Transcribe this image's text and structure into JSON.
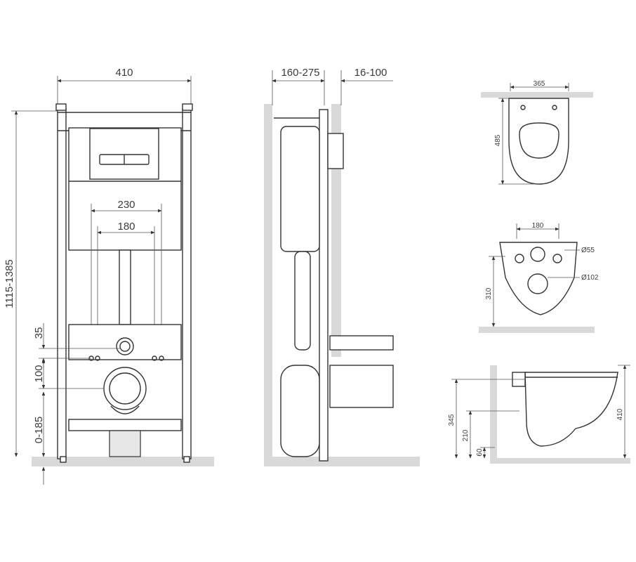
{
  "front_view": {
    "width": "410",
    "height_range": "1115-1385",
    "button_spacing_outer": "230",
    "button_spacing_inner": "180",
    "spacing_35": "35",
    "spacing_100": "100",
    "floor_range": "0-185"
  },
  "side_view": {
    "depth_frame": "160-275",
    "depth_offset": "16-100"
  },
  "top_view": {
    "width": "365",
    "length": "485"
  },
  "rear_view": {
    "hole_spacing": "180",
    "hole_small": "Ø55",
    "hole_large": "Ø102",
    "height": "310"
  },
  "bowl_side_view": {
    "height_345": "345",
    "height_210": "210",
    "height_60": "60",
    "height_410": "410"
  },
  "colors": {
    "line": "#333333",
    "wall": "#d9d9d9"
  }
}
